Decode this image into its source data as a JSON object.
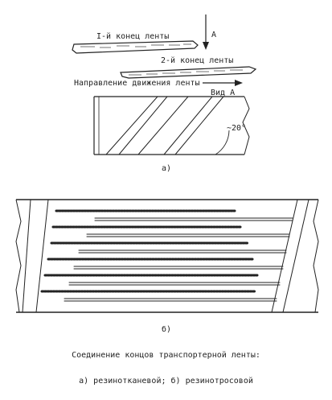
{
  "figure_a": {
    "end1_label": "I-й конец ленты",
    "end2_label": "2-й конец ленты",
    "arrow_label": "A",
    "direction_label": "Направление движения ленты",
    "view_label": "Вид А",
    "angle_label": "~20°",
    "sub_label": "а)"
  },
  "figure_b": {
    "sub_label": "б)"
  },
  "caption": {
    "title": "Соединение концов транспортерной ленты:",
    "subtitle": "а) резинотканевой;  б) резинотросовой"
  }
}
